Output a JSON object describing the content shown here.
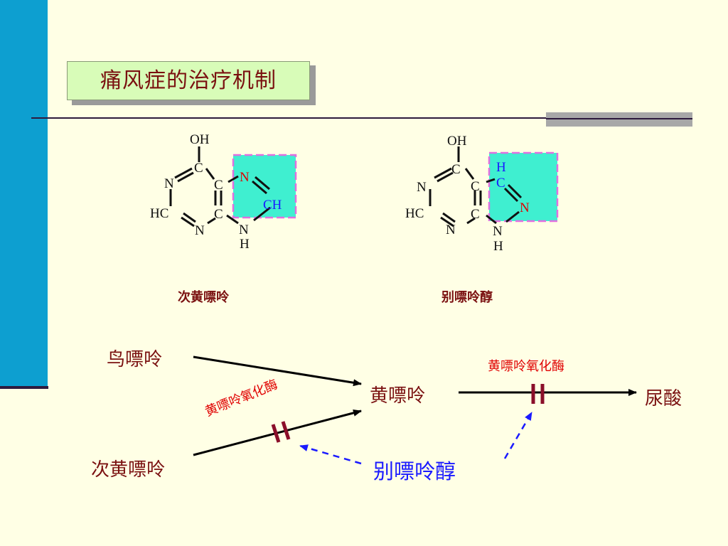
{
  "title": "痛风症的治疗机制",
  "molecules": [
    {
      "name": "次黄嘌呤",
      "atoms": {
        "oh": "OH",
        "c_top": "C",
        "c_mid": "C",
        "c_bot": "C",
        "n_left": "N",
        "hc": "HC",
        "n_bot": "N",
        "n_ring": "N",
        "ch_ring": "CH",
        "nh_n": "N",
        "nh_h": "H"
      }
    },
    {
      "name": "别嘌呤醇",
      "atoms": {
        "oh": "OH",
        "c_top": "C",
        "c_mid": "C",
        "c_bot": "C",
        "n_left": "N",
        "hc": "HC",
        "n_bot": "N",
        "hc_ring_h": "H",
        "hc_ring_c": "C",
        "n_ring": "N",
        "nh_n": "N",
        "nh_h": "H"
      }
    }
  ],
  "pathway": {
    "guanine": "鸟嘌呤",
    "hypoxanthine": "次黄嘌呤",
    "xanthine": "黄嘌呤",
    "uric_acid": "尿酸",
    "enzyme_1": "黄嘌呤氧化酶",
    "enzyme_2": "黄嘌呤氧化酶",
    "inhibitor": "别嘌呤醇"
  },
  "colors": {
    "sidebar": "#0d9fd0",
    "title_bg": "#d8fcb8",
    "highlight": "#3fefd0",
    "highlight_border": "#e070e0",
    "text_dark_red": "#7a1010",
    "enzyme_red": "#e00000",
    "inhibitor_blue": "#1a1aff"
  }
}
